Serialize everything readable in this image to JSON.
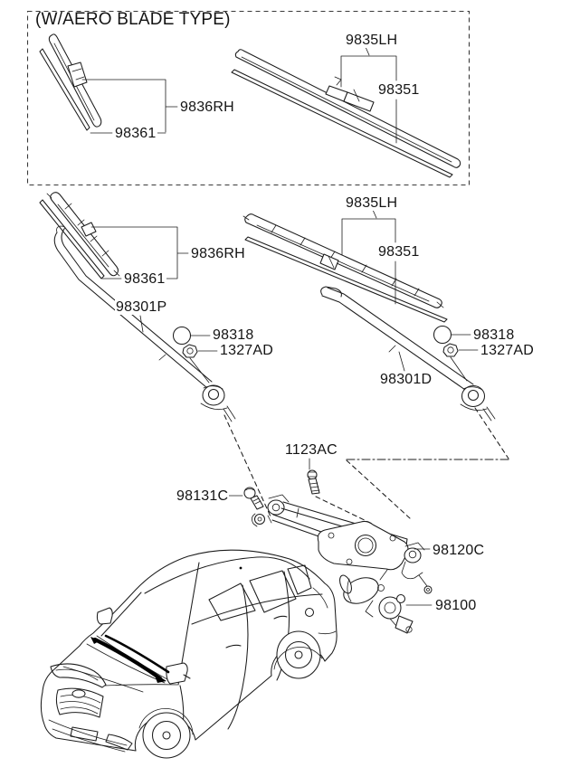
{
  "diagram": {
    "title": "(W/AERO BLADE TYPE)",
    "labels": {
      "aero_blade_rh": "9836RH",
      "aero_refill_rh": "98361",
      "aero_blade_lh": "9835LH",
      "aero_refill_lh": "98351",
      "blade_rh": "9836RH",
      "refill_rh": "98361",
      "blade_lh": "9835LH",
      "refill_lh": "98351",
      "arm_passenger": "98301P",
      "cap_passenger": "98318",
      "nut_passenger": "1327AD",
      "arm_driver": "98301D",
      "cap_driver": "98318",
      "nut_driver": "1327AD",
      "bolt_linkage": "1123AC",
      "bolt_pivot": "98131C",
      "linkage_assy": "98120C",
      "wiper_motor": "98100"
    },
    "colors": {
      "line": "#1c1c1c",
      "background": "#ffffff",
      "highlight_wiper": "#000000"
    }
  }
}
